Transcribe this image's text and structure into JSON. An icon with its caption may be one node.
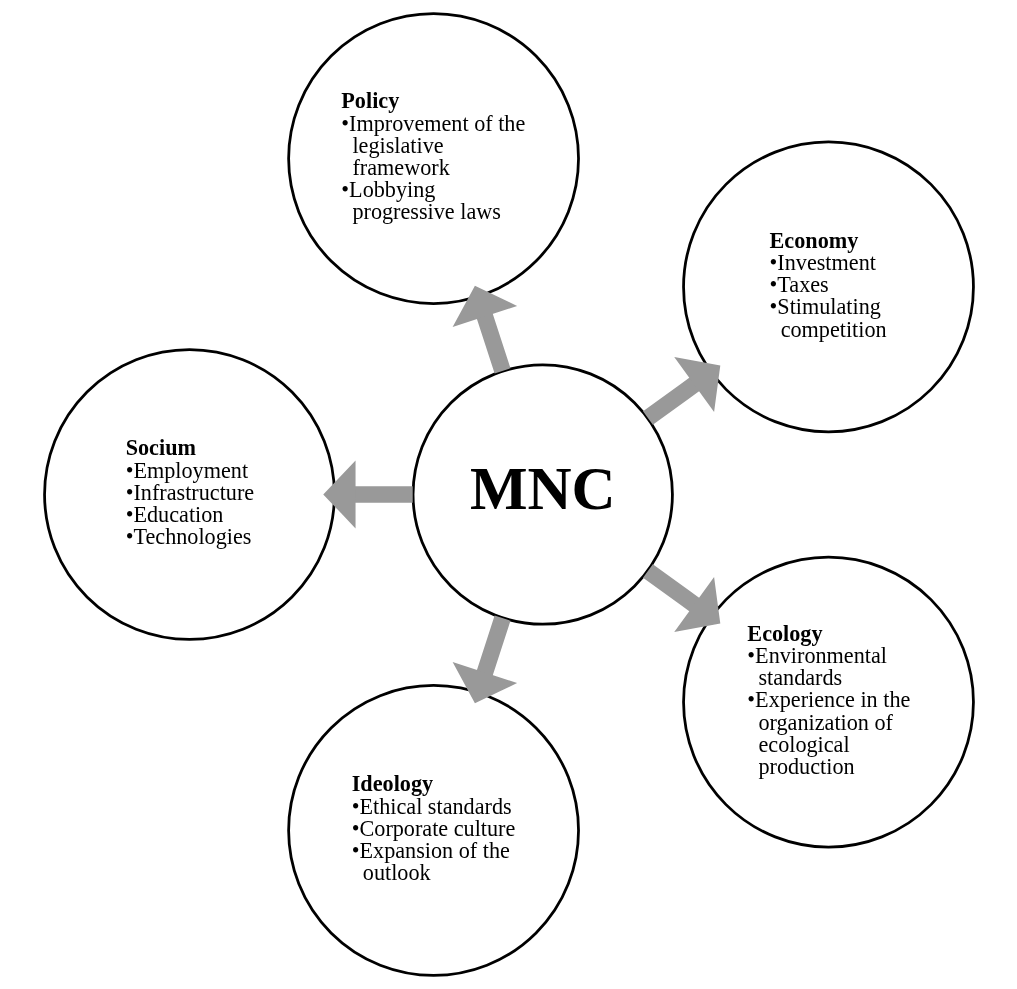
{
  "diagram": {
    "nodes": [
      {
        "text": [
          "MNC"
        ]
      },
      {
        "text": [
          "Economy",
          "•Investment",
          "•Taxes",
          "•Stimulating competition"
        ]
      },
      {
        "text": [
          "Policy",
          "•Improvement of the legislative framework",
          "•Lobbying progressive laws"
        ]
      },
      {
        "text": [
          "Socium",
          "•Employment",
          "•Infrastructure",
          "•Education",
          "•Technologies"
        ]
      },
      {
        "text": [
          "Ideology",
          "•Ethical standards",
          "•Corporate culture",
          "•Expansion of the outlook"
        ]
      },
      {
        "text": [
          "Ecology",
          "•Environmental standards",
          "•Experience in the organization of ecological production"
        ]
      }
    ],
    "edges": [
      {
        "from": 0,
        "to": 1,
        "arrow": "to"
      },
      {
        "from": 0,
        "to": 2,
        "arrow": "to"
      },
      {
        "from": 0,
        "to": 3,
        "arrow": "to"
      },
      {
        "from": 0,
        "to": 4,
        "arrow": "to"
      },
      {
        "from": 0,
        "to": 5,
        "arrow": "to"
      }
    ]
  }
}
